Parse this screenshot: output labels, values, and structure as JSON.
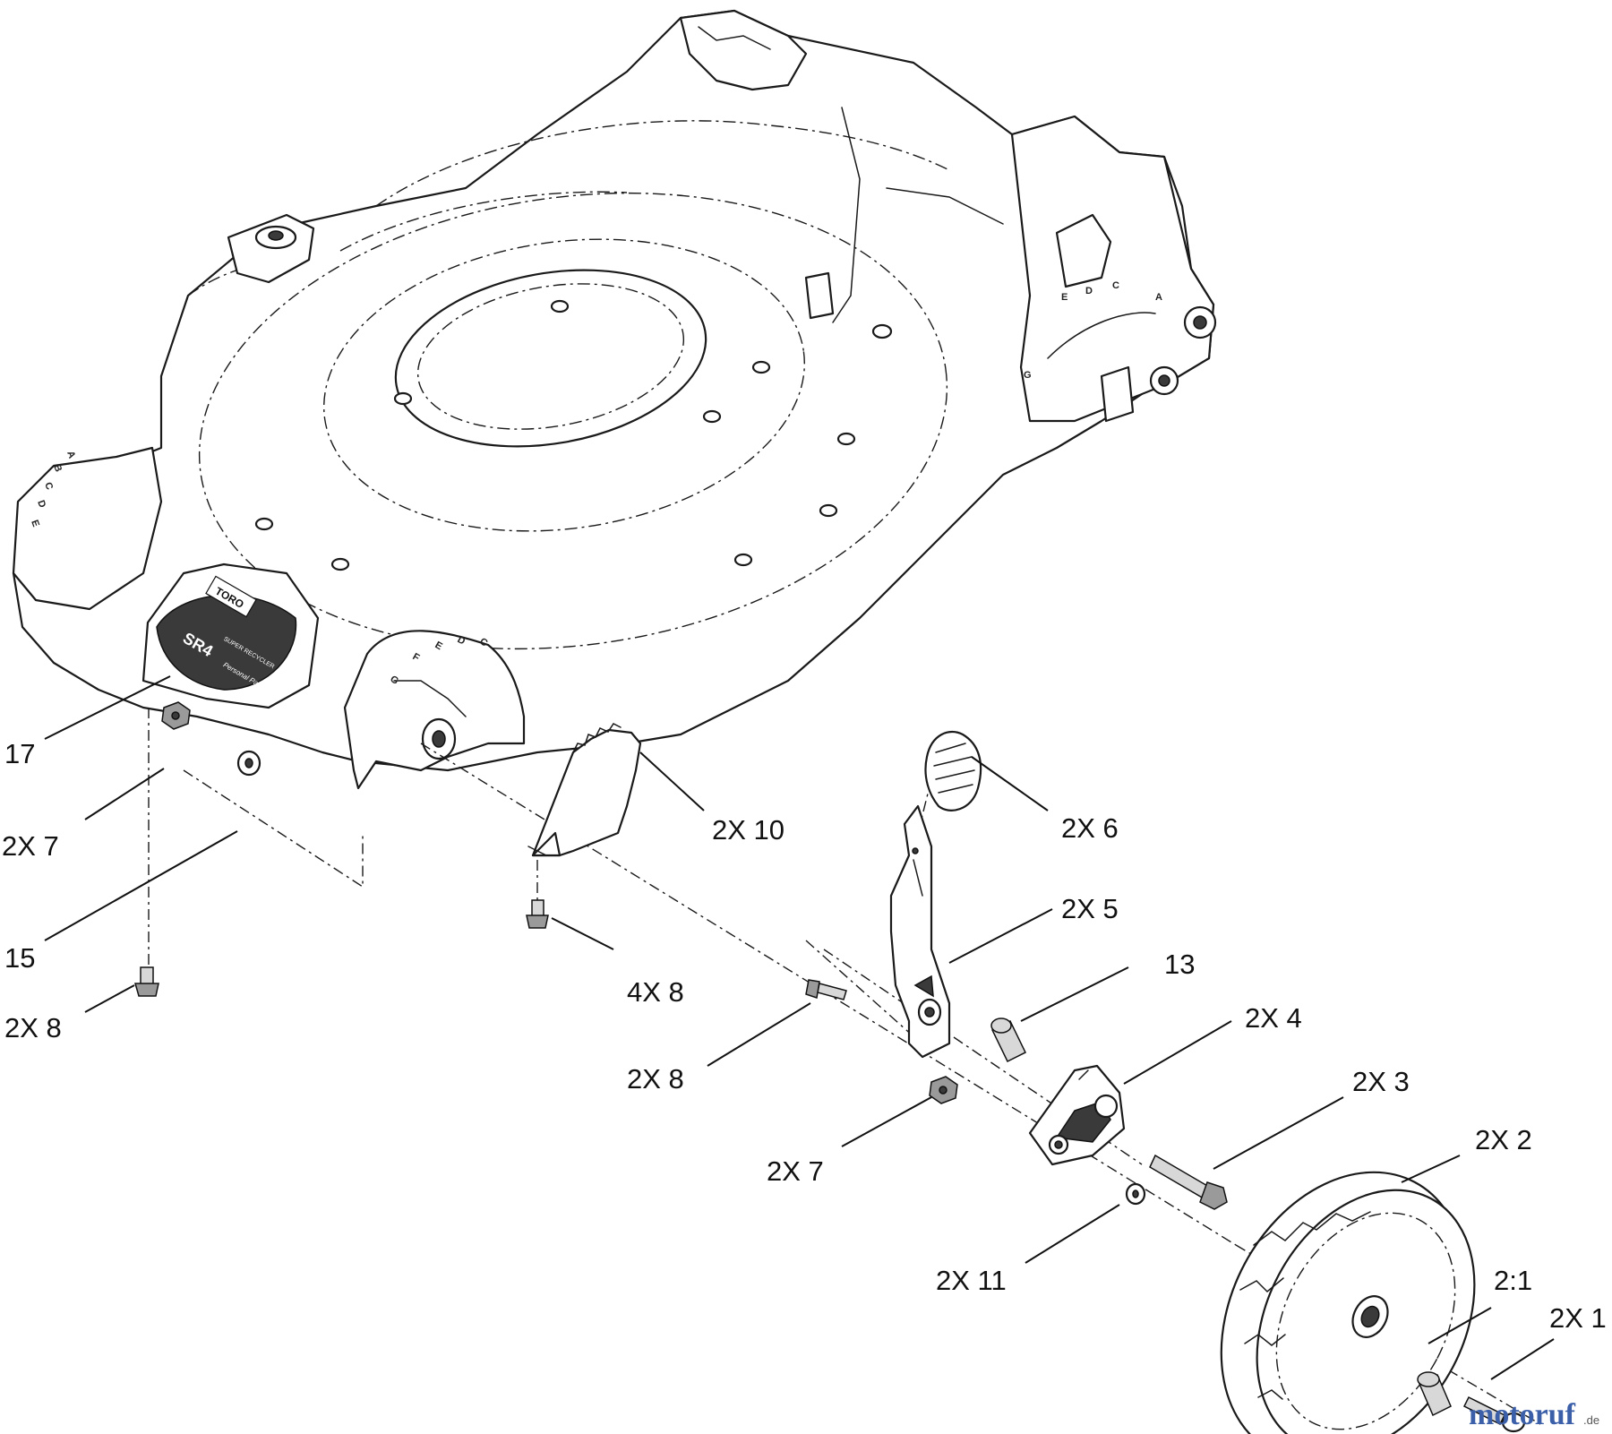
{
  "callouts": [
    {
      "id": "c17",
      "text": "17"
    },
    {
      "id": "c7a",
      "text": "2X 7"
    },
    {
      "id": "c15",
      "text": "15"
    },
    {
      "id": "c8a",
      "text": "2X 8"
    },
    {
      "id": "c8b",
      "text": "4X 8"
    },
    {
      "id": "c10",
      "text": "2X 10"
    },
    {
      "id": "c6",
      "text": "2X 6"
    },
    {
      "id": "c5",
      "text": "2X 5"
    },
    {
      "id": "c13",
      "text": "13"
    },
    {
      "id": "c4",
      "text": "2X 4"
    },
    {
      "id": "c8c",
      "text": "2X 8"
    },
    {
      "id": "c3",
      "text": "2X 3"
    },
    {
      "id": "c7b",
      "text": "2X 7"
    },
    {
      "id": "c2",
      "text": "2X 2"
    },
    {
      "id": "c11",
      "text": "2X 11"
    },
    {
      "id": "c21",
      "text": "2:1"
    },
    {
      "id": "c1",
      "text": "2X 1"
    }
  ],
  "height_scale_letters": [
    "A",
    "B",
    "C",
    "D",
    "E",
    "F",
    "G"
  ],
  "decal": {
    "brand": "TORO",
    "model": "SR4",
    "sub": "SUPER RECYCLER",
    "tag": "Personal Pace"
  },
  "watermark": {
    "text": "motoruf",
    "suffix": ".de"
  },
  "colors": {
    "line": "#1a1a1a",
    "background": "#ffffff",
    "watermark_blue": "#3b5fa8",
    "watermark_red": "#c0392b",
    "watermark_green": "#3e9b3e"
  }
}
